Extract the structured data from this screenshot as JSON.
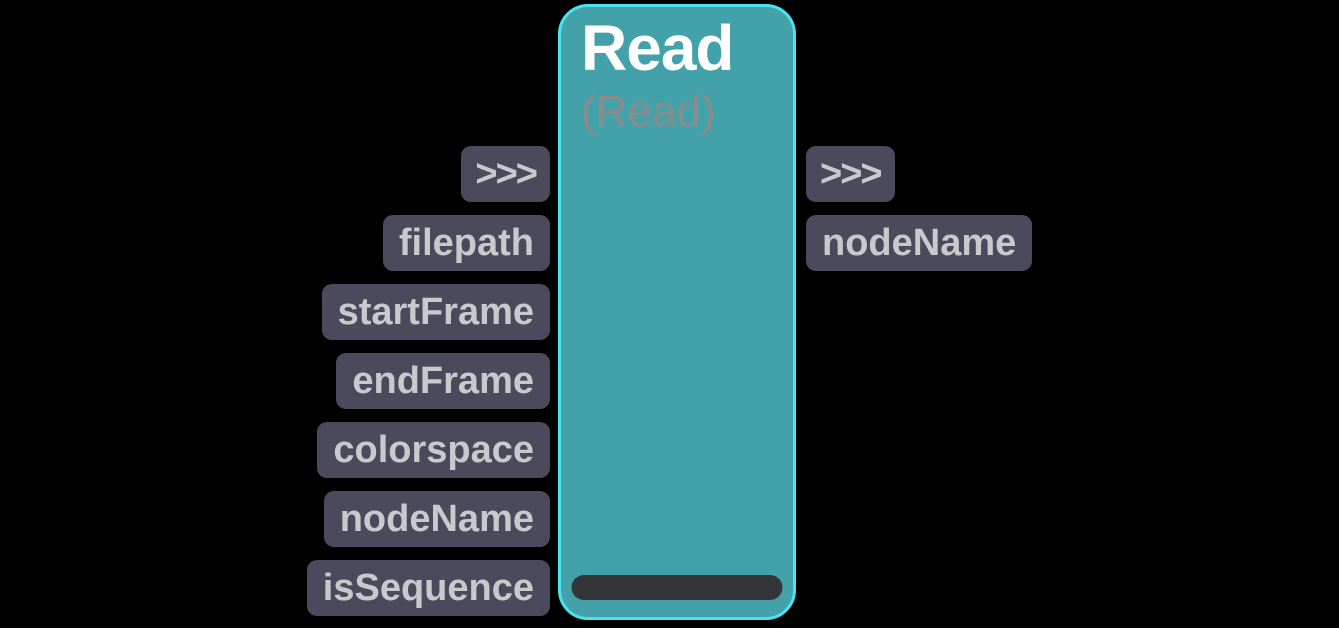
{
  "node": {
    "title": "Read",
    "subtitle": "(Read)"
  },
  "ports": {
    "inputs": [
      {
        "label": ">>>"
      },
      {
        "label": "filepath"
      },
      {
        "label": "startFrame"
      },
      {
        "label": "endFrame"
      },
      {
        "label": "colorspace"
      },
      {
        "label": "nodeName"
      },
      {
        "label": "isSequence"
      }
    ],
    "outputs": [
      {
        "label": ">>>"
      },
      {
        "label": "nodeName"
      }
    ]
  },
  "colors": {
    "background": "#000000",
    "node_fill": "#42a1a9",
    "node_border": "#4ae3ee",
    "node_title": "#ffffff",
    "node_subtitle": "#8b8b8b",
    "port_badge_bg": "#4a4a5c",
    "port_badge_text": "#c9c9cc",
    "bottom_bar": "#333538"
  }
}
